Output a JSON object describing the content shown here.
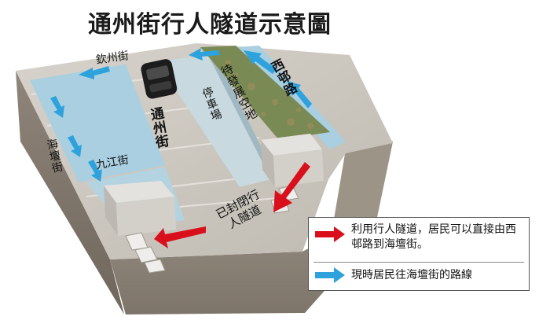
{
  "title": "通州街行人隧道示意圖",
  "labels": {
    "yamchow_street": "欽州街",
    "sai_yeung_road": "西邨路",
    "pending_site": "待發展空地",
    "car_park": "停車場",
    "tung_chau_street": "通州街",
    "hoi_tan_street": "海壇街",
    "kiu_kiang_street": "九江街",
    "closed_tunnel": "已封閉行人隧道"
  },
  "legend": {
    "red_text": "利用行人隧道，居民可以直接由西邨路到海壇街。",
    "blue_text": "現時居民往海壇街的路線"
  },
  "colors": {
    "red_arrow": "#d9101c",
    "blue_arrow": "#2ea2dc",
    "block_blue": "#a8cfe0",
    "earth": "#8a7f72"
  }
}
